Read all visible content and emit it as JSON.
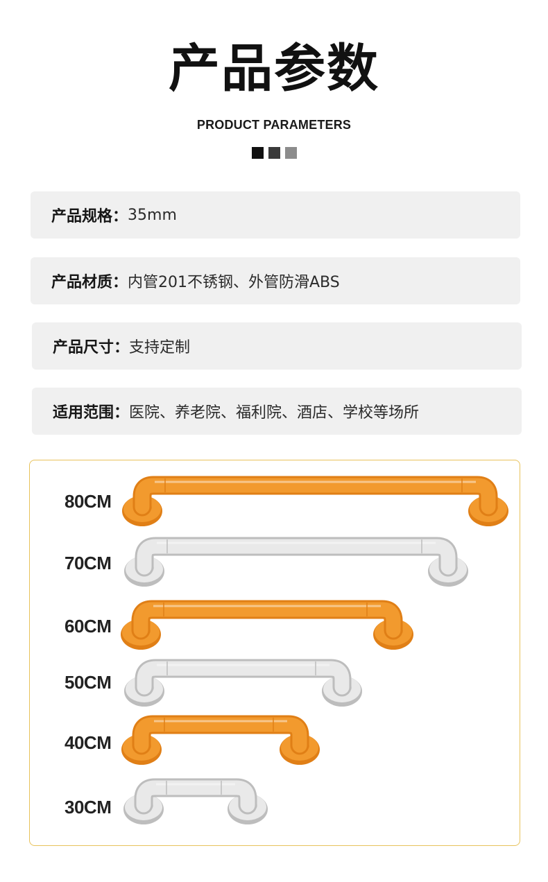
{
  "header": {
    "title_cn": "产品参数",
    "title_en": "PRODUCT PARAMETERS",
    "dot_colors": [
      "#111111",
      "#3a3a3a",
      "#8c8c8c"
    ]
  },
  "params": [
    {
      "label": "产品规格：",
      "value": "35mm"
    },
    {
      "label": "产品材质：",
      "value": "内管201不锈钢、外管防滑ABS"
    },
    {
      "label": "产品尺寸：",
      "value": "支持定制"
    },
    {
      "label": "适用范围：",
      "value": "医院、养老院、福利院、酒店、学校等场所"
    }
  ],
  "sizes": [
    {
      "label": "80CM",
      "color": "orange"
    },
    {
      "label": "70CM",
      "color": "white"
    },
    {
      "label": "60CM",
      "color": "orange"
    },
    {
      "label": "50CM",
      "color": "white"
    },
    {
      "label": "40CM",
      "color": "orange"
    },
    {
      "label": "30CM",
      "color": "white"
    }
  ],
  "colors": {
    "orange": "#f29a2e",
    "orange_dark": "#e07f16",
    "white": "#e9e9e9",
    "white_dark": "#bdbdbd",
    "panel_border": "#e8c25a",
    "row_bg": "#f0f0f0"
  }
}
